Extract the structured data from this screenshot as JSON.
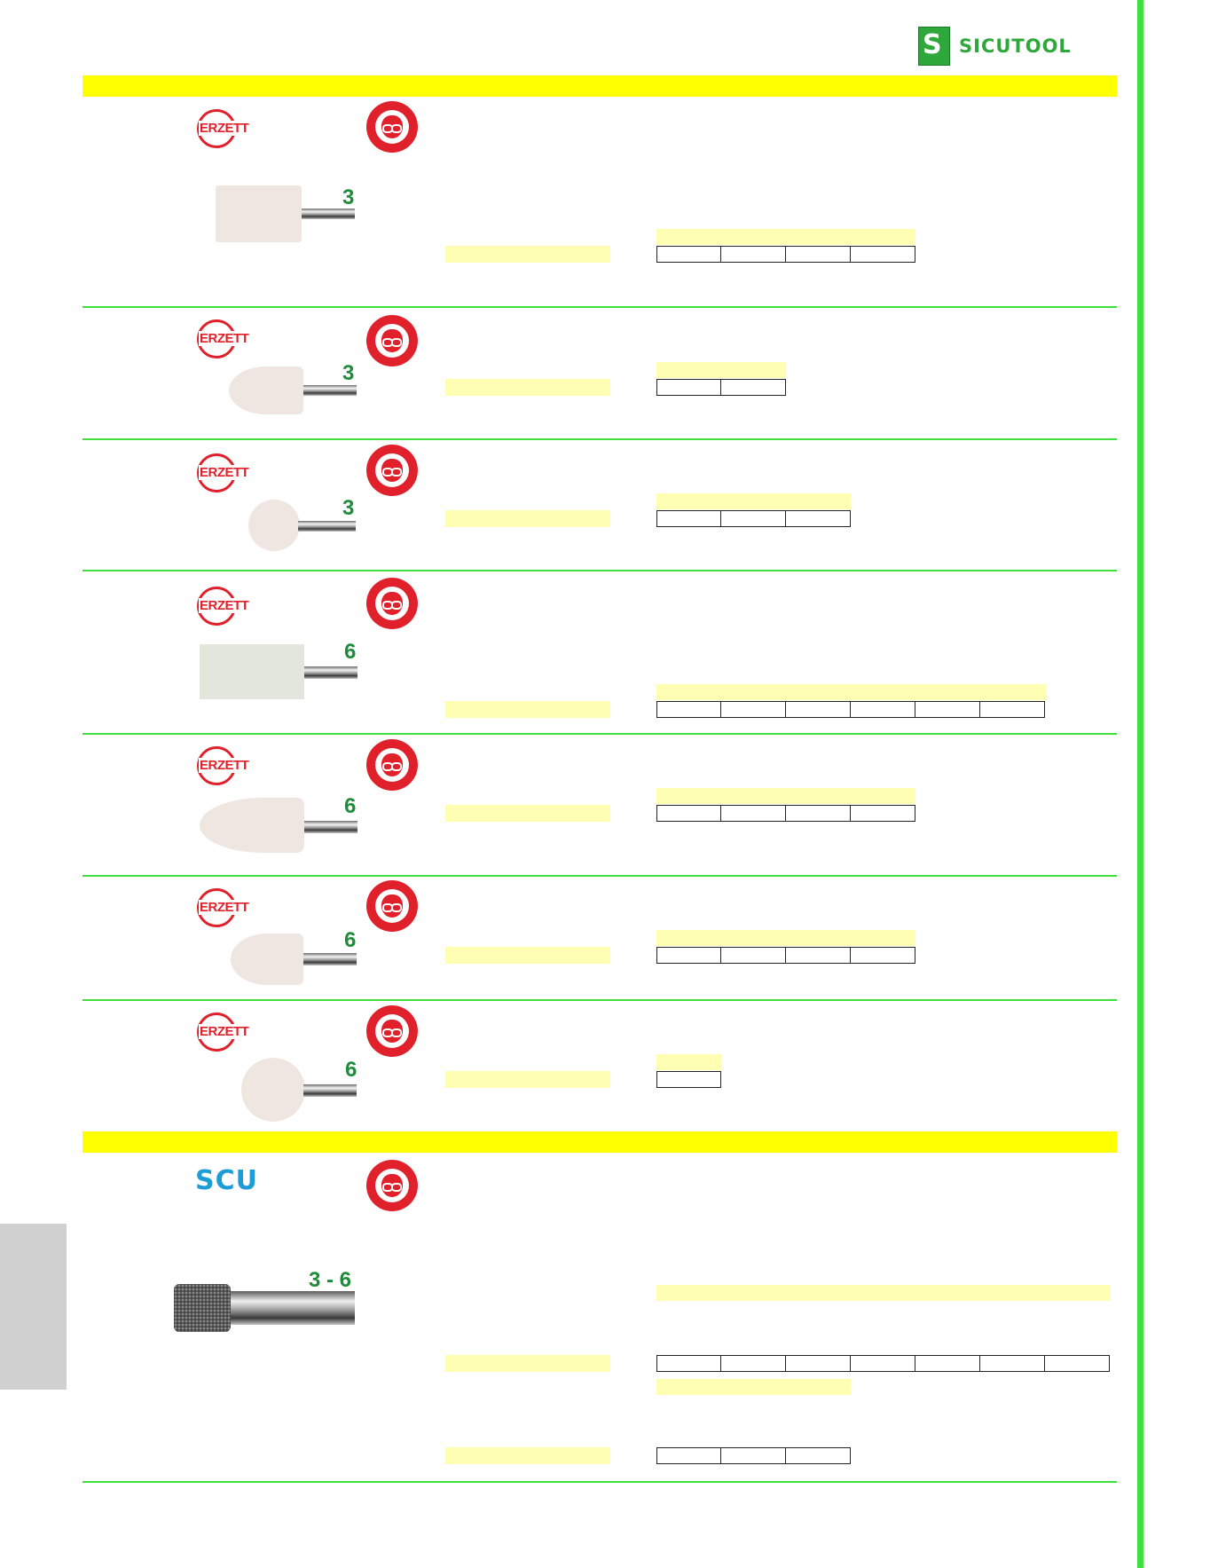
{
  "brand": {
    "name": "SICUTOOL",
    "mark": "S"
  },
  "sections": [
    {
      "brand_logo": "ERZETT",
      "products": [
        {
          "shank": "3",
          "shape": "cylinder"
        },
        {
          "shank": "3",
          "shape": "cone"
        },
        {
          "shank": "3",
          "shape": "ball"
        },
        {
          "shank": "6",
          "shape": "cylinder"
        },
        {
          "shank": "6",
          "shape": "tree-cone"
        },
        {
          "shank": "6",
          "shape": "cone"
        },
        {
          "shank": "6",
          "shape": "ball"
        }
      ]
    },
    {
      "brand_logo": "SCU",
      "products": [
        {
          "shank": "3 - 6",
          "shape": "diamond-cylinder"
        }
      ]
    }
  ],
  "icons": {
    "safety": "safety-goggles-icon",
    "logo": "sicutool-logo-icon"
  },
  "colors": {
    "brand_green": "#2ea83a",
    "band_yellow": "#ffff00",
    "pale_yellow": "#ffffb3",
    "erzett_red": "#e0202a",
    "scu_blue": "#1e9cd8",
    "rule_green": "#3ee03e"
  }
}
